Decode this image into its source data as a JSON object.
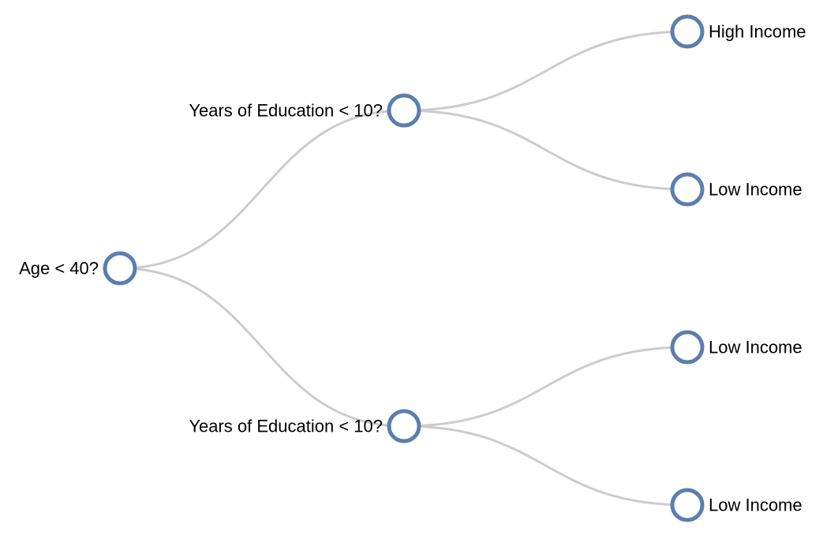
{
  "colors": {
    "link": "#cccccc",
    "node_stroke": "#5b7fad",
    "node_fill": "#ffffff",
    "label": "#000000"
  },
  "tree": {
    "label": "Age < 40?",
    "children": [
      {
        "label": "Years of Education < 10?",
        "children": [
          {
            "label": "High Income"
          },
          {
            "label": "Low Income"
          }
        ]
      },
      {
        "label": "Years of Education < 10?",
        "children": [
          {
            "label": "Low Income"
          },
          {
            "label": "Low Income"
          }
        ]
      }
    ]
  }
}
